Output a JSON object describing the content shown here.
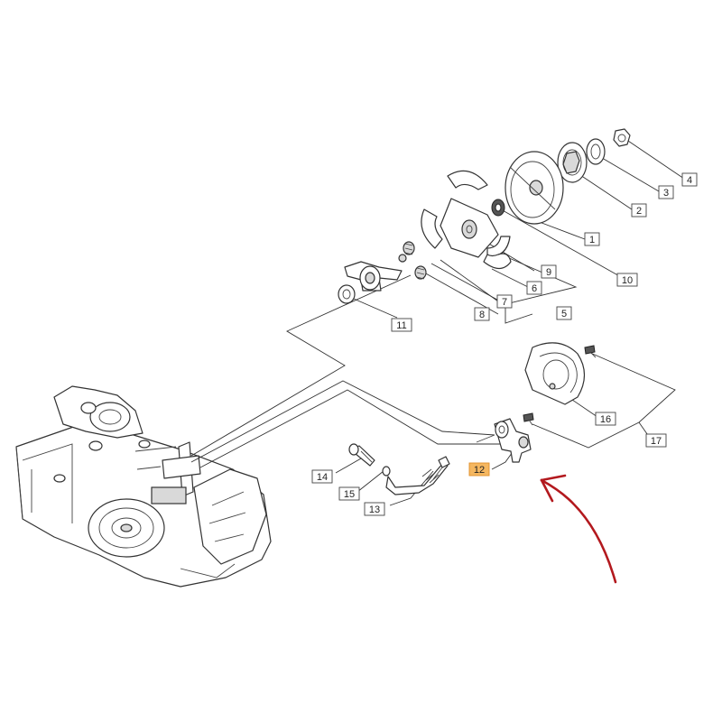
{
  "diagram": {
    "labels": {
      "l1": "1",
      "l2": "2",
      "l3": "3",
      "l4": "4",
      "l5": "5",
      "l6": "6",
      "l7": "7",
      "l8": "8",
      "l9": "9",
      "l10": "10",
      "l11": "11",
      "l12": "12",
      "l13": "13",
      "l14": "14",
      "l15": "15",
      "l16": "16",
      "l17": "17"
    },
    "highlighted_part": "12",
    "colors": {
      "highlight": "#f5b760",
      "arrow": "#b3191e",
      "line": "#333333"
    }
  }
}
